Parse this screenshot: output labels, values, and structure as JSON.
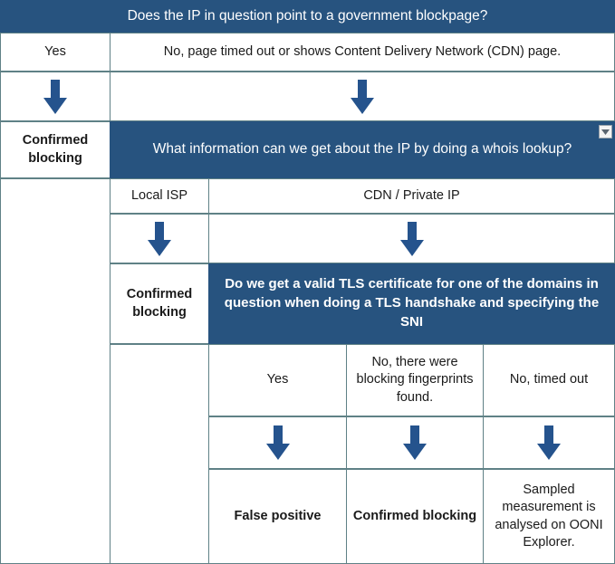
{
  "title": "OONI IP blocking analysis decision table",
  "colors": {
    "question_bar": "#27537f",
    "border": "#5f8186",
    "arrow": "#25538d",
    "text": "#1a1a1a",
    "question_text": "#ffffff"
  },
  "questions": {
    "q1": "Does the IP in question point to a government blockpage?",
    "q2": "What information can we get about the IP by doing a whois lookup?",
    "q3": "Do we get a valid TLS certificate for one of the domains in question when doing a TLS handshake and specifying the SNI"
  },
  "level1": {
    "answers": [
      "Yes",
      "No, page timed out or shows Content Delivery Network (CDN) page."
    ],
    "outcome_yes": "Confirmed blocking"
  },
  "level2": {
    "answers": [
      "Local ISP",
      "CDN / Private IP"
    ],
    "outcome_local_isp": "Confirmed blocking"
  },
  "level3": {
    "answers": [
      "Yes",
      "No, there were blocking fingerprints found.",
      "No, timed out"
    ],
    "outcomes": [
      "False positive",
      "Confirmed blocking",
      "Sampled measurement is analysed on OONI Explorer."
    ]
  },
  "icons": {
    "arrow_down": "down-block-arrow",
    "dropdown": "chevron-down-icon"
  }
}
